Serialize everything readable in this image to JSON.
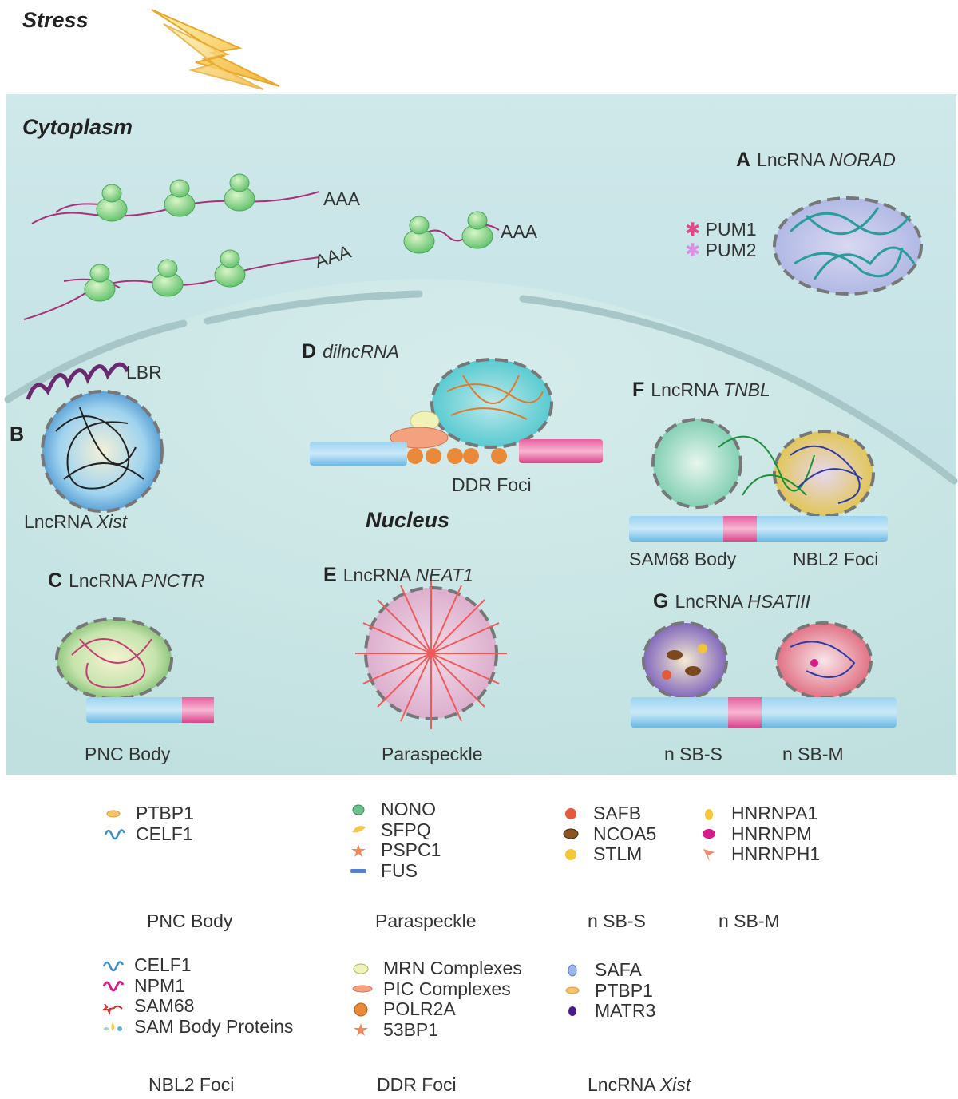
{
  "stress_label": "Stress",
  "cytoplasm_label": "Cytoplasm",
  "nucleus_label": "Nucleus",
  "polyA_label": "AAA",
  "panels": {
    "A": {
      "letter": "A",
      "prefix": "LncRNA ",
      "name": "NORAD",
      "proteins": [
        "PUM1",
        "PUM2"
      ]
    },
    "B": {
      "letter": "B",
      "prefix": "LncRNA ",
      "name": "Xist",
      "extra": "LBR"
    },
    "C": {
      "letter": "C",
      "prefix": "LncRNA ",
      "name": "PNCTR",
      "body": "PNC  Body"
    },
    "D": {
      "letter": "D",
      "name": "dilncRNA",
      "body": "DDR Foci"
    },
    "E": {
      "letter": "E",
      "prefix": "LncRNA ",
      "name": "NEAT1",
      "body": "Paraspeckle"
    },
    "F": {
      "letter": "F",
      "prefix": "LncRNA ",
      "name": "TNBL",
      "body1": "SAM68 Body",
      "body2": "NBL2 Foci"
    },
    "G": {
      "letter": "G",
      "prefix": "LncRNA ",
      "name": "HSATIII",
      "body1": "n SB-S",
      "body2": "n SB-M"
    }
  },
  "legend": [
    {
      "title": "PNC Body",
      "items": [
        {
          "label": "PTBP1",
          "icon": "orange-bean-icon"
        },
        {
          "label": "CELF1",
          "icon": "blue-squiggle-icon"
        }
      ]
    },
    {
      "title": "Paraspeckle",
      "items": [
        {
          "label": "NONO",
          "icon": "green-oval-icon"
        },
        {
          "label": "SFPQ",
          "icon": "yellow-leaf-icon"
        },
        {
          "label": "PSPC1",
          "icon": "orange-star-icon"
        },
        {
          "label": "FUS",
          "icon": "blue-bar-icon"
        }
      ]
    },
    {
      "title": "n SB-S",
      "items": [
        {
          "label": "SAFB",
          "icon": "red-dot-icon"
        },
        {
          "label": "NCOA5",
          "icon": "brown-oval-icon"
        },
        {
          "label": "STLM",
          "icon": "yellow-dot-icon"
        }
      ]
    },
    {
      "title": "n SB-M",
      "items": [
        {
          "label": "HNRNPA1",
          "icon": "yellow-drop-icon"
        },
        {
          "label": "HNRNPM",
          "icon": "magenta-dot-icon"
        },
        {
          "label": "HNRNPH1",
          "icon": "salmon-flag-icon"
        }
      ]
    },
    {
      "title": "NBL2 Foci",
      "items": [
        {
          "label": "CELF1",
          "icon": "blue-squiggle-icon"
        },
        {
          "label": "NPM1",
          "icon": "magenta-squiggle-icon"
        },
        {
          "label": "SAM68",
          "icon": "red-star-squiggle-icon"
        },
        {
          "label": "SAM Body Proteins",
          "icon": "mixed-dots-icon"
        }
      ]
    },
    {
      "title": "DDR Foci",
      "items": [
        {
          "label": "MRN Complexes",
          "icon": "pale-yellow-oval-icon"
        },
        {
          "label": "PIC Complexes",
          "icon": "salmon-oval-icon"
        },
        {
          "label": "POLR2A",
          "icon": "orange-ball-icon"
        },
        {
          "label": "53BP1",
          "icon": "orange-star-icon"
        }
      ]
    },
    {
      "title": "LncRNA ",
      "title_italic": "Xist",
      "items": [
        {
          "label": "SAFA",
          "icon": "blue-oval-icon"
        },
        {
          "label": "PTBP1",
          "icon": "orange-bean-icon"
        },
        {
          "label": "MATR3",
          "icon": "purple-dot-icon"
        }
      ]
    }
  ]
}
